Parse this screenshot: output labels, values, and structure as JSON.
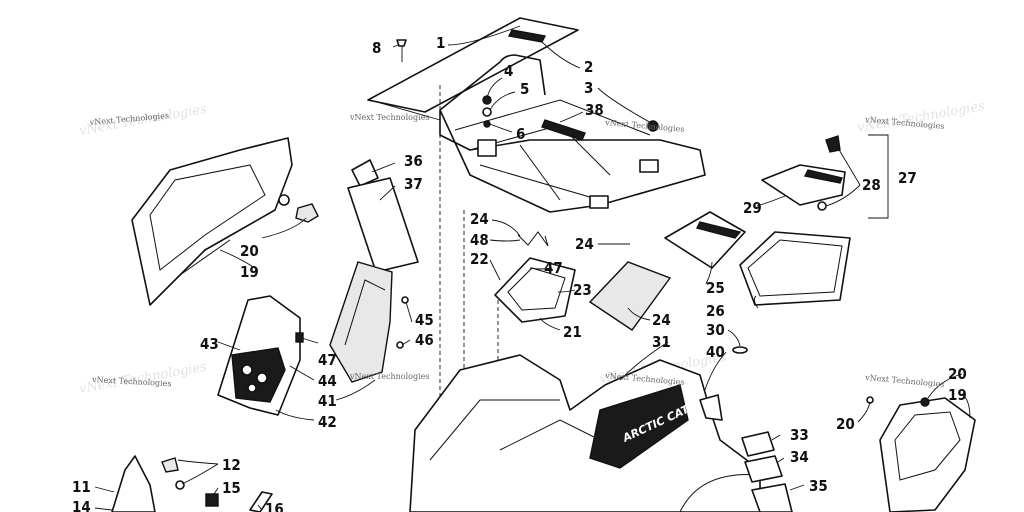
{
  "callouts": [
    {
      "id": "1",
      "text": "1"
    },
    {
      "id": "2",
      "text": "2"
    },
    {
      "id": "3",
      "text": "3"
    },
    {
      "id": "4",
      "text": "4"
    },
    {
      "id": "5",
      "text": "5"
    },
    {
      "id": "6",
      "text": "6"
    },
    {
      "id": "8",
      "text": "8"
    },
    {
      "id": "11",
      "text": "11"
    },
    {
      "id": "12",
      "text": "12"
    },
    {
      "id": "14",
      "text": "14"
    },
    {
      "id": "15",
      "text": "15"
    },
    {
      "id": "16",
      "text": "16"
    },
    {
      "id": "19a",
      "text": "19"
    },
    {
      "id": "19b",
      "text": "19"
    },
    {
      "id": "20a",
      "text": "20"
    },
    {
      "id": "20b",
      "text": "20"
    },
    {
      "id": "20c",
      "text": "20"
    },
    {
      "id": "21",
      "text": "21"
    },
    {
      "id": "22",
      "text": "22"
    },
    {
      "id": "23",
      "text": "23"
    },
    {
      "id": "24a",
      "text": "24"
    },
    {
      "id": "24b",
      "text": "24"
    },
    {
      "id": "24c",
      "text": "24"
    },
    {
      "id": "25",
      "text": "25"
    },
    {
      "id": "26",
      "text": "26"
    },
    {
      "id": "27",
      "text": "27"
    },
    {
      "id": "28",
      "text": "28"
    },
    {
      "id": "29",
      "text": "29"
    },
    {
      "id": "30",
      "text": "30"
    },
    {
      "id": "31",
      "text": "31"
    },
    {
      "id": "33",
      "text": "33"
    },
    {
      "id": "34",
      "text": "34"
    },
    {
      "id": "35",
      "text": "35"
    },
    {
      "id": "36",
      "text": "36"
    },
    {
      "id": "37",
      "text": "37"
    },
    {
      "id": "38",
      "text": "38"
    },
    {
      "id": "40",
      "text": "40"
    },
    {
      "id": "41",
      "text": "41"
    },
    {
      "id": "42",
      "text": "42"
    },
    {
      "id": "43",
      "text": "43"
    },
    {
      "id": "44",
      "text": "44"
    },
    {
      "id": "45",
      "text": "45"
    },
    {
      "id": "46",
      "text": "46"
    },
    {
      "id": "47a",
      "text": "47"
    },
    {
      "id": "47b",
      "text": "47"
    },
    {
      "id": "48",
      "text": "48"
    }
  ],
  "watermark": {
    "text": "vNext Technologies"
  },
  "decal": {
    "text": "ARCTIC CAT"
  }
}
